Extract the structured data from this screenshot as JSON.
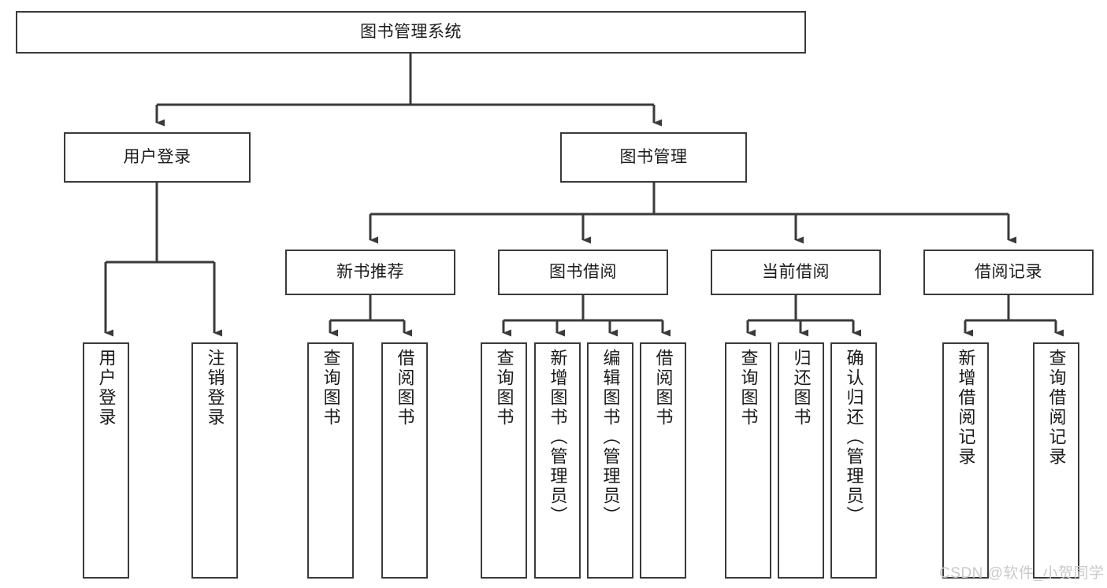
{
  "diagram": {
    "title": "图书管理系统",
    "type": "hierarchy-tree",
    "watermark": "CSDN @软件_小贺同学",
    "colors": {
      "box_border": "#3a3a3a",
      "box_fill": "#ffffff",
      "text": "#1b1b1b",
      "connector": "#3a3a3a",
      "watermark": "#c9c9c9",
      "background": "#ffffff"
    },
    "root": {
      "label": "图书管理系统"
    },
    "level2": [
      {
        "id": "user-login",
        "label": "用户登录"
      },
      {
        "id": "book-manage",
        "label": "图书管理"
      }
    ],
    "level3": [
      {
        "id": "new-book-recommend",
        "label": "新书推荐",
        "parent": "book-manage"
      },
      {
        "id": "book-borrow",
        "label": "图书借阅",
        "parent": "book-manage"
      },
      {
        "id": "current-borrow",
        "label": "当前借阅",
        "parent": "book-manage"
      },
      {
        "id": "borrow-record",
        "label": "借阅记录",
        "parent": "book-manage"
      }
    ],
    "leaves": [
      {
        "id": "leaf-user-login",
        "label": "用户登录",
        "parent": "user-login"
      },
      {
        "id": "leaf-logout-login",
        "label": "注销登录",
        "parent": "user-login"
      },
      {
        "id": "leaf-query-book-1",
        "label": "查询图书",
        "parent": "new-book-recommend"
      },
      {
        "id": "leaf-borrow-book-1",
        "label": "借阅图书",
        "parent": "new-book-recommend"
      },
      {
        "id": "leaf-query-book-2",
        "label": "查询图书",
        "parent": "book-borrow"
      },
      {
        "id": "leaf-add-book",
        "label": "新增图书（管理员）",
        "parent": "book-borrow"
      },
      {
        "id": "leaf-edit-book",
        "label": "编辑图书（管理员）",
        "parent": "book-borrow"
      },
      {
        "id": "leaf-borrow-book-2",
        "label": "借阅图书",
        "parent": "book-borrow"
      },
      {
        "id": "leaf-query-book-3",
        "label": "查询图书",
        "parent": "current-borrow"
      },
      {
        "id": "leaf-return-book",
        "label": "归还图书",
        "parent": "current-borrow"
      },
      {
        "id": "leaf-confirm-return",
        "label": "确认归还（管理员）",
        "parent": "current-borrow"
      },
      {
        "id": "leaf-add-record",
        "label": "新增借阅记录",
        "parent": "borrow-record"
      },
      {
        "id": "leaf-query-record",
        "label": "查询借阅记录",
        "parent": "borrow-record"
      }
    ]
  }
}
